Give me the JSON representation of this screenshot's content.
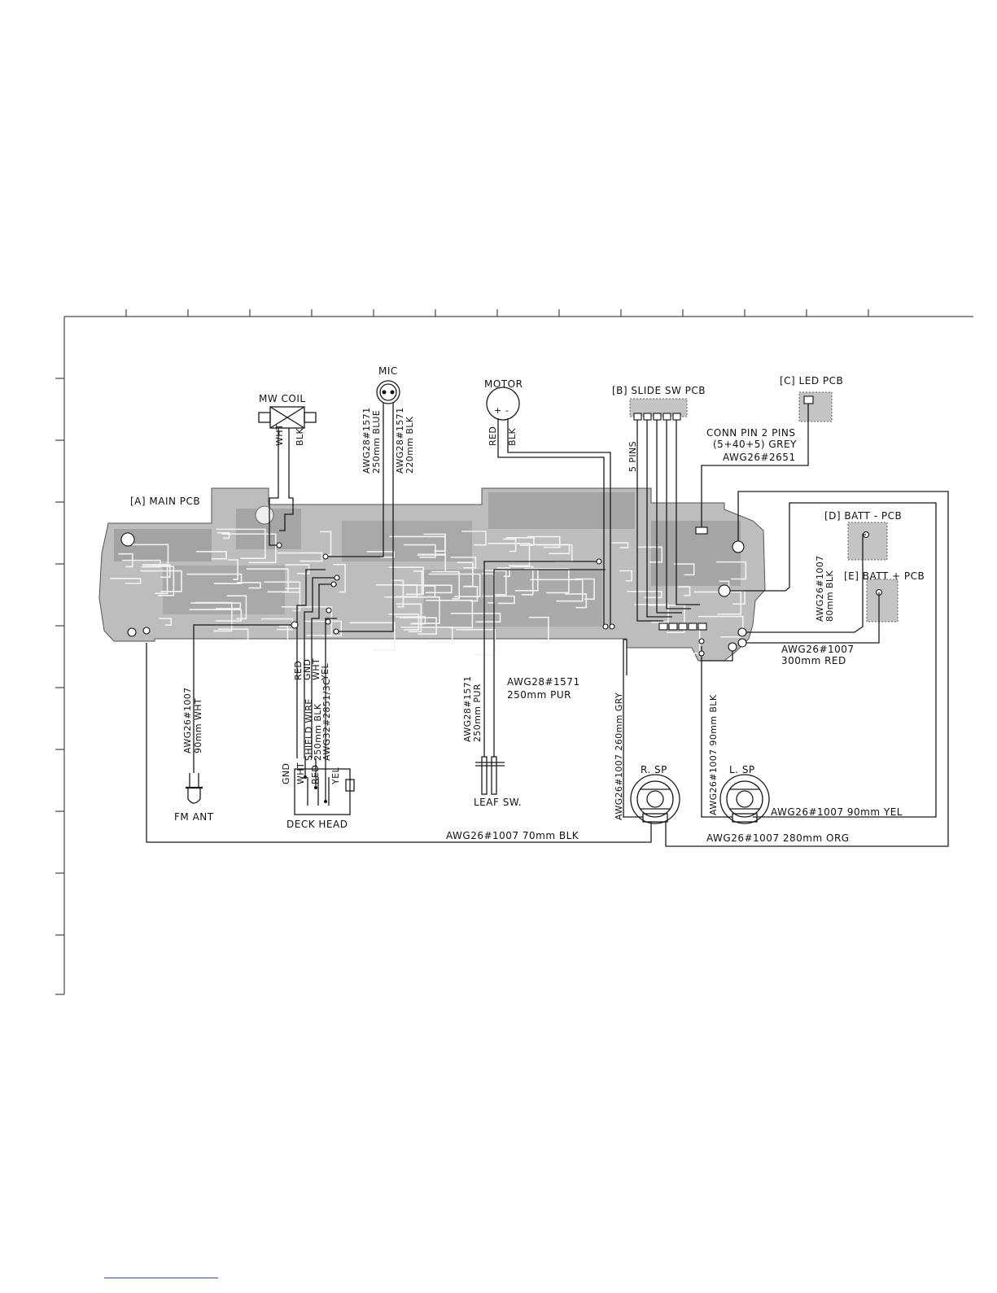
{
  "diagram": {
    "boards": {
      "main": "[A] MAIN PCB",
      "slide": "[B] SLIDE SW PCB",
      "led": "[C] LED PCB",
      "batt_minus": "[D] BATT - PCB",
      "batt_plus": "[E] BATT + PCB"
    },
    "components": {
      "mw_coil": "MW COIL",
      "mic": "MIC",
      "motor": "MOTOR",
      "fm_ant": "FM ANT",
      "deck_head": "DECK HEAD",
      "leaf_sw": "LEAF SW.",
      "r_sp": "R. SP",
      "l_sp": "L. SP"
    },
    "wires": {
      "coil_wht": "WHT",
      "coil_blk": "BLK",
      "mic_1": "AWG28#1571",
      "mic_1b": "250mm BLUE",
      "mic_2": "AWG28#1571",
      "mic_2b": "220mm BLK",
      "motor_red": "RED",
      "motor_blk": "BLK",
      "five_pins": "5 PINS",
      "conn_1": "CONN PIN 2 PINS",
      "conn_2": "(5+40+5) GREY",
      "conn_3": "AWG26#2651",
      "batt_minus_1": "AWG26#1007",
      "batt_minus_2": "80mm BLK",
      "batt_plus_1": "AWG26#1007",
      "batt_plus_2": "300mm RED",
      "fm_1": "AWG26#1007",
      "fm_2": "90mm WHT",
      "deck_red": "RED",
      "deck_gnd": "GND",
      "deck_wht": "WHT",
      "deck_yel": "YEL",
      "shield_1": "SHIELD WIRE",
      "shield_2": "250mm BLK",
      "shield_3": "AWG32#2851/3C",
      "head_gnd": "GND",
      "head_wht": "WHT",
      "head_red": "RED",
      "head_yel": "YEL",
      "leaf_a1": "AWG28#1571",
      "leaf_a2": "250mm PUR",
      "leaf_b1": "AWG28#1571",
      "leaf_b2": "250mm PUR",
      "rsp_gry": "AWG26#1007 260mm GRY",
      "blk_90": "AWG26#1007 90mm BLK",
      "lsp_yel": "AWG26#1007 90mm YEL",
      "blk_70": "AWG26#1007 70mm BLK",
      "org_280": "AWG26#1007 280mm ORG",
      "plus": "+",
      "minus": "-"
    }
  }
}
